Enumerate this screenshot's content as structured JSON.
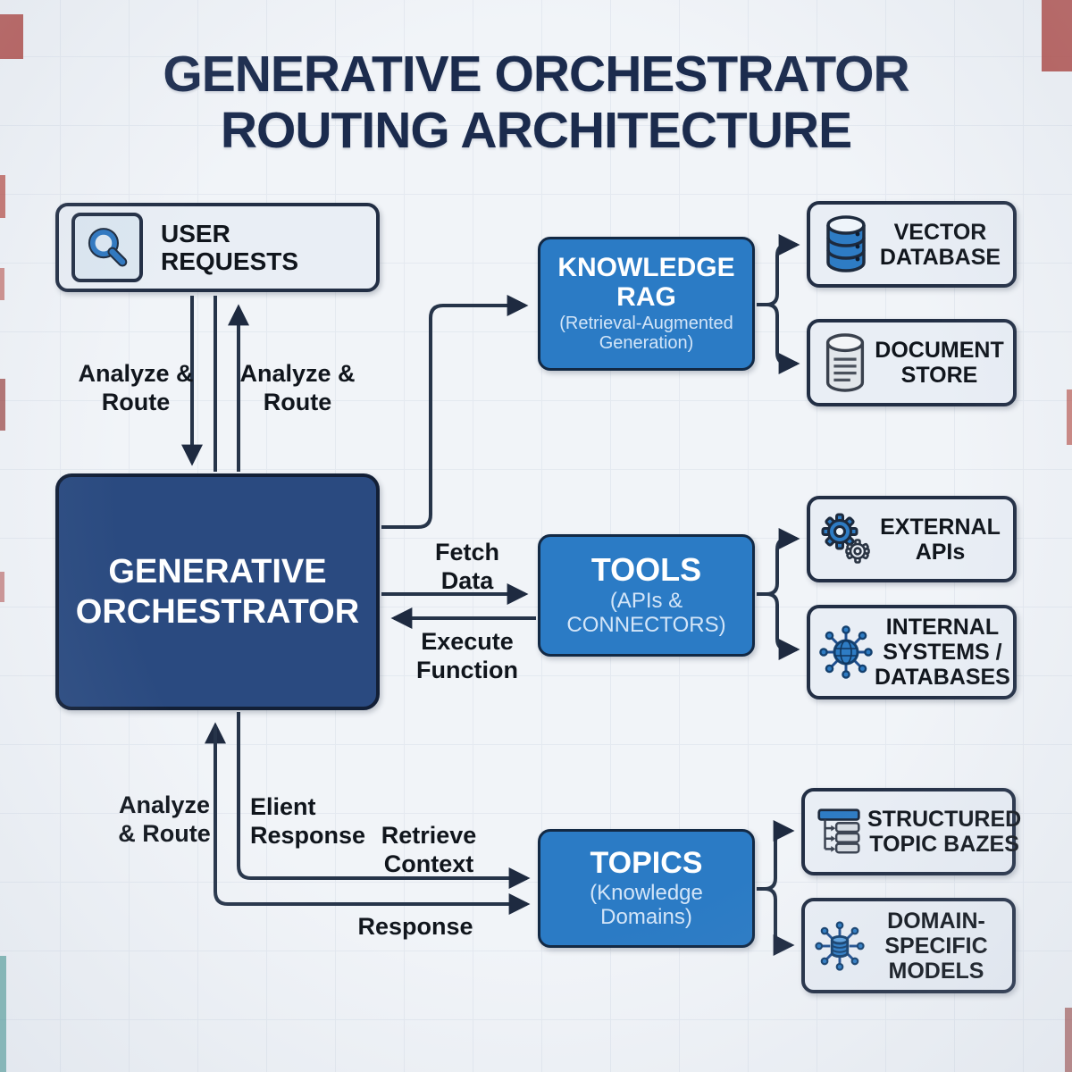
{
  "title": "GENERATIVE ORCHESTRATOR\nROUTING ARCHITECTURE",
  "nodes": {
    "user_requests": {
      "label": "USER\nREQUESTS",
      "icon": "search-icon"
    },
    "orchestrator": {
      "label": "GENERATIVE\nORCHESTRATOR"
    },
    "knowledge_rag": {
      "title": "KNOWLEDGE\nRAG",
      "subtitle": "(Retrieval-Augmented\nGeneration)"
    },
    "tools": {
      "title": "TOOLS",
      "subtitle": "(APIs &\nCONNECTORS)"
    },
    "topics": {
      "title": "TOPICS",
      "subtitle": "(Knowledge\nDomains)"
    },
    "vector_database": {
      "label": "VECTOR\nDATABASE",
      "icon": "database-icon"
    },
    "document_store": {
      "label": "DOCUMENT\nSTORE",
      "icon": "document-cylinder-icon"
    },
    "external_apis": {
      "label": "EXTERNAL\nAPIs",
      "icon": "gears-icon"
    },
    "internal_systems": {
      "label": "INTERNAL\nSYSTEMS /\nDATABASES",
      "icon": "network-globe-icon"
    },
    "structured_topic_bazes": {
      "label": "STRUCTURED\nTOPIC BAZES",
      "icon": "structured-tree-icon"
    },
    "domain_specific_models": {
      "label": "DOMAIN-\nSPECIFIC\nMODELS",
      "icon": "model-hub-icon"
    }
  },
  "edge_labels": {
    "analyze_route_down": "Analyze &\nRoute",
    "analyze_route_up": "Analyze &\nRoute",
    "fetch_data": "Fetch\nData",
    "execute_function": "Execute\nFunction",
    "analyze_route_bottom": "Analyze\n& Route",
    "elient_response": "Elient\nResponse",
    "retrieve_context": "Retrieve\nContext",
    "response": "Response"
  },
  "colors": {
    "accent_blue": "#2b7bc5",
    "navy": "#2a4a80",
    "line": "#263449",
    "title_navy": "#1b2b4d",
    "light_fill": "#e9eef5"
  }
}
